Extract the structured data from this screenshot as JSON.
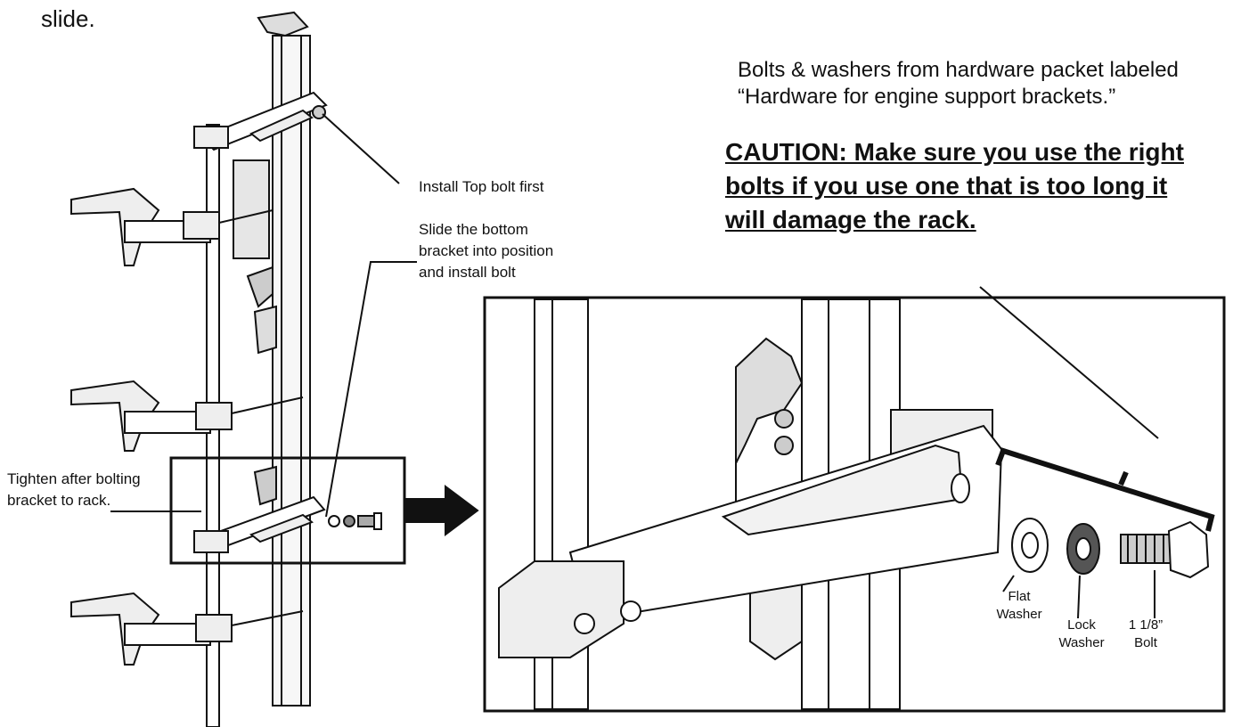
{
  "lead_text": "slide.",
  "hardware_note": "Bolts & washers from hardware packet labeled “Hardware for engine support brackets.”",
  "caution": "CAUTION: Make sure you use the right bolts if you use one that is too long it will damage the rack.",
  "callouts": {
    "top_bolt": "Install Top bolt first",
    "bottom_bracket": "Slide the bottom bracket into position and install bolt",
    "tighten": "Tighten after bolting bracket to rack."
  },
  "parts": {
    "flat_washer": "Flat Washer",
    "lock_washer": "Lock Washer",
    "bolt": "1 1/8” Bolt"
  }
}
